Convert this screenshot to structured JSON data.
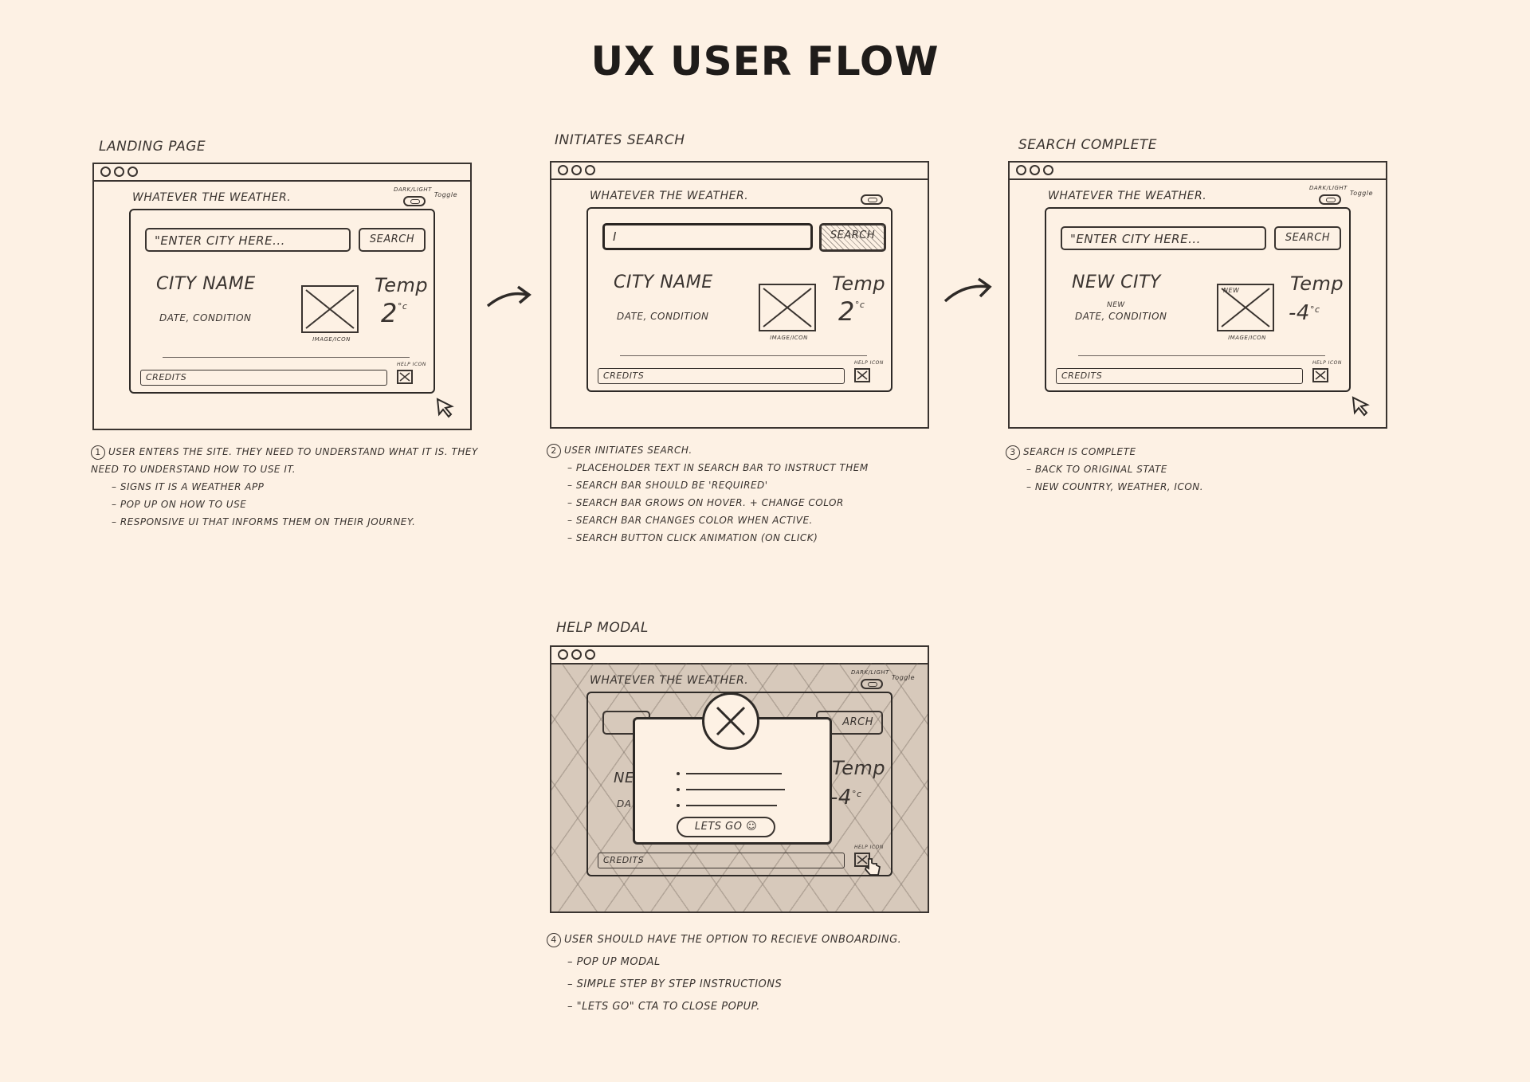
{
  "title": "UX USER FLOW",
  "shared": {
    "brand": "WHATEVER THE WEATHER.",
    "toggle_label": "DARK/LIGHT",
    "toggle_word": "Toggle",
    "search_button": "SEARCH",
    "search_placeholder": "\"ENTER CITY HERE...",
    "temp_label": "Temp",
    "degree_unit": "°c",
    "image_caption": "IMAGE/ICON",
    "credits": "CREDITS",
    "help_icon_label": "HELP ICON",
    "date_condition": "DATE, CONDITION"
  },
  "frames": [
    {
      "label": "LANDING PAGE",
      "city": "CITY NAME",
      "temp": "2",
      "notes_lead": "USER ENTERS THE SITE. THEY NEED TO UNDERSTAND WHAT IT IS. THEY NEED TO UNDERSTAND HOW TO USE IT.",
      "notes": [
        "SIGNS IT IS A WEATHER APP",
        "POP UP ON HOW TO USE",
        "RESPONSIVE UI THAT INFORMS THEM ON THEIR JOURNEY."
      ],
      "number": "1"
    },
    {
      "label": "INITIATES SEARCH",
      "search_value": "I",
      "city": "CITY NAME",
      "temp": "2",
      "notes_lead": "USER INITIATES SEARCH.",
      "notes": [
        "PLACEHOLDER TEXT IN SEARCH BAR TO INSTRUCT THEM",
        "SEARCH BAR SHOULD BE 'REQUIRED'",
        "SEARCH BAR GROWS ON HOVER. + CHANGE COLOR",
        "SEARCH BAR CHANGES COLOR WHEN ACTIVE.",
        "SEARCH BUTTON CLICK ANIMATION (ON CLICK)"
      ],
      "number": "2"
    },
    {
      "label": "SEARCH COMPLETE",
      "city": "NEW CITY",
      "new_small": "NEW",
      "image_new": "NEW",
      "temp": "-4",
      "notes_lead": "SEARCH IS COMPLETE",
      "notes": [
        "BACK TO ORIGINAL STATE",
        "NEW COUNTRY, WEATHER, ICON."
      ],
      "number": "3"
    },
    {
      "label": "HELP MODAL",
      "city_partial": "NE",
      "date_partial": "DA",
      "temp": "-4",
      "cta": "LETS GO ☺",
      "search_partial": "ARCH",
      "notes_lead": "USER SHOULD HAVE THE OPTION TO RECIEVE ONBOARDING.",
      "notes": [
        "POP UP MODAL",
        "SIMPLE STEP BY STEP INSTRUCTIONS",
        "\"LETS GO\" CTA TO CLOSE POPUP."
      ],
      "number": "4"
    }
  ]
}
